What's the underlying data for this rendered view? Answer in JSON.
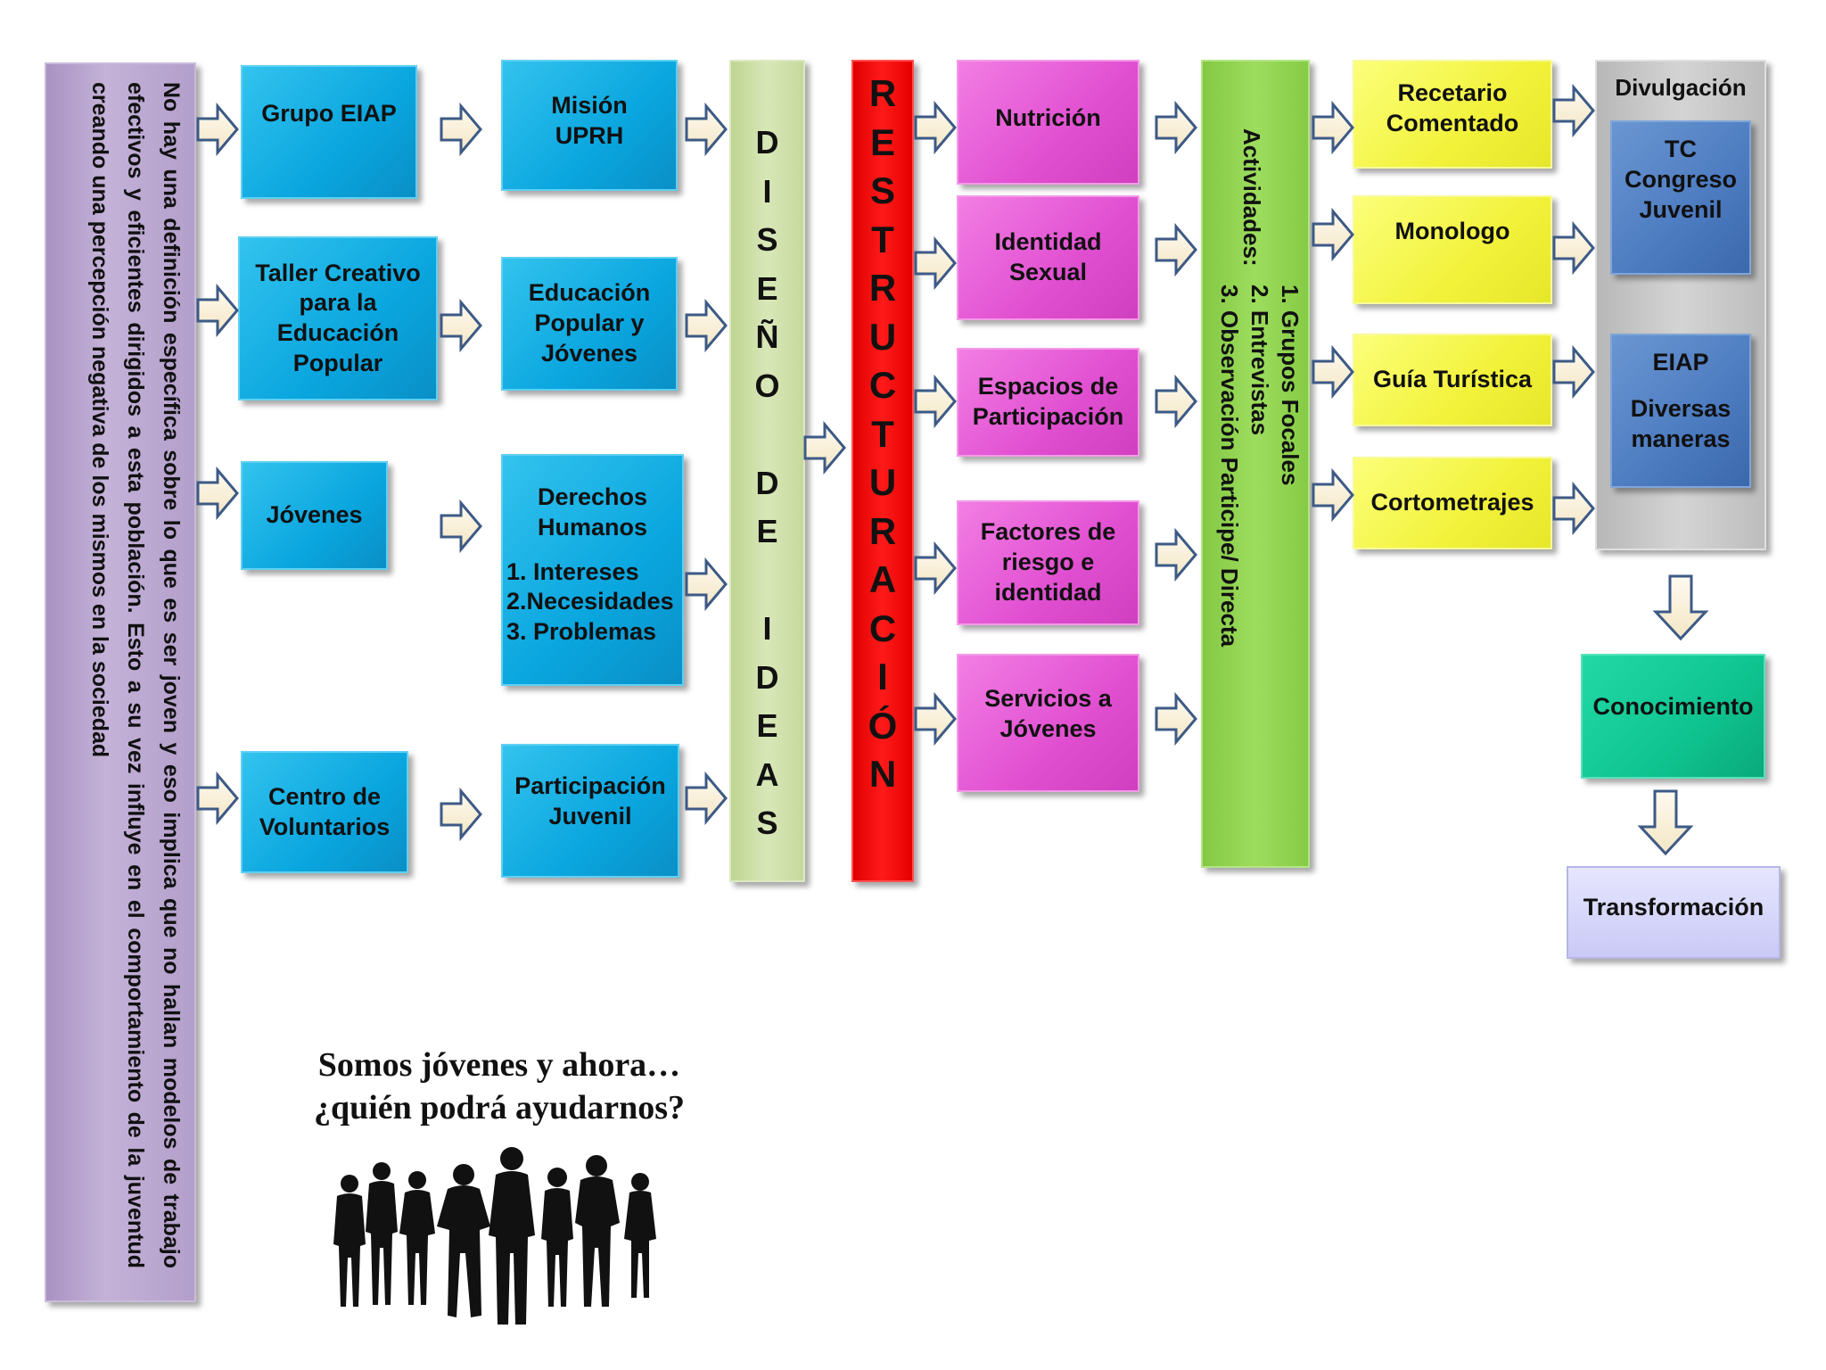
{
  "left_panel": {
    "text": "No hay una definición específica sobre lo que es ser joven y eso implica que no hallan modelos de trabajo efectivos y eficientes dirigidos a esta población. Esto a su vez influye en el comportamiento de la juventud creando una percepción negativa de los mismos en la sociedad"
  },
  "col1": [
    "Grupo EIAP",
    "Taller Creativo\npara la\nEducación\nPopular",
    "Jóvenes",
    "Centro de\nVoluntarios"
  ],
  "col2": [
    "Misión\nUPRH",
    "Educación\nPopular y\nJóvenes",
    "Derechos\nHumanos",
    "Participación\nJuvenil"
  ],
  "col2_list": [
    "1. Intereses",
    "2.Necesidades",
    "3. Problemas"
  ],
  "diseno": [
    "D",
    "I",
    "S",
    "E",
    "Ñ",
    "O",
    "",
    "D",
    "E",
    "",
    "I",
    "D",
    "E",
    "A",
    "S"
  ],
  "restructuracion": [
    "R",
    "E",
    "S",
    "T",
    "R",
    "U",
    "C",
    "T",
    "U",
    "R",
    "A",
    "C",
    "I",
    "Ó",
    "N"
  ],
  "col3": [
    "Nutrición",
    "Identidad\nSexual",
    "Espacios de\nParticipación",
    "Factores de\nriesgo e\nidentidad",
    "Servicios a\nJóvenes"
  ],
  "actividades": {
    "title": "Actividades:",
    "items": [
      "1. Grupos Focales",
      "2. Entrevistas",
      "3. Observación Participe/ Directa"
    ]
  },
  "col4": [
    "Recetario\nComentado",
    "Monologo",
    "Guía Turística",
    "Cortometrajes"
  ],
  "divulgacion": {
    "title": "Divulgación",
    "box1": "TC\nCongreso\nJuvenil",
    "box2_title": "EIAP",
    "box2_body": "Diversas\nmaneras"
  },
  "conocimiento": "Conocimiento",
  "transformacion": "Transformación",
  "caption": [
    "Somos jóvenes y ahora…",
    "¿quién podrá ayudarnos?"
  ],
  "colors": {
    "cyan": "#0aa6df",
    "purple_panel": "#b9a4cf",
    "green_pale": "#cfe0a8",
    "red": "#ff0000",
    "magenta": "#e14fd1",
    "green": "#8fd14f",
    "yellow": "#f2f23b",
    "blue": "#4c7bc0",
    "gray": "#c8c8c8",
    "teal": "#0fc490",
    "lavender": "#d0d0f8",
    "arrow_fill": "#fbf2dc",
    "arrow_stroke": "#3d5a86"
  }
}
